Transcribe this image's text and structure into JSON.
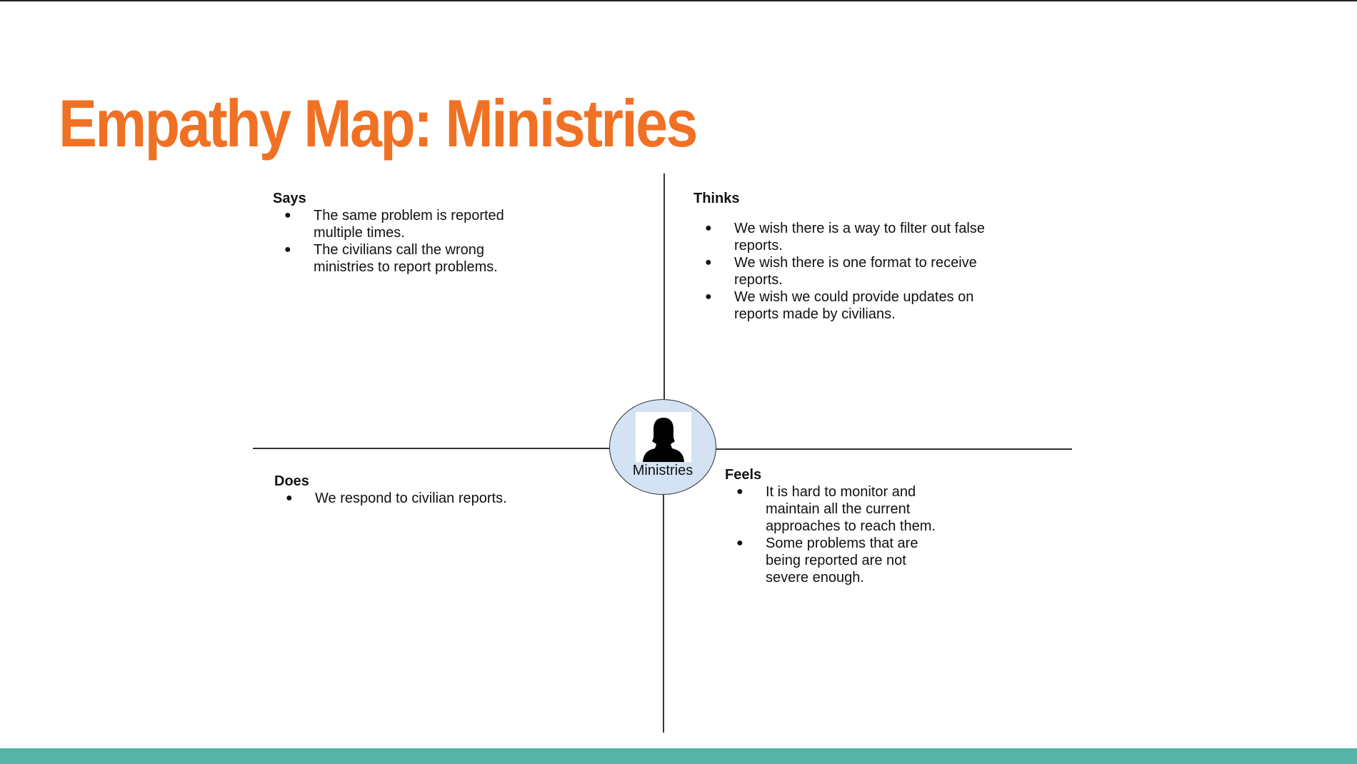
{
  "slide": {
    "title": "Empathy Map: Ministries",
    "title_color": "#f07124",
    "footer_color": "#55b3a8"
  },
  "empathy_map": {
    "center": {
      "label": "Ministries",
      "icon": "person-silhouette-icon",
      "fill_color": "#d3e3f3"
    },
    "says": {
      "heading": "Says",
      "items": [
        "The same problem is reported multiple times.",
        "The civilians call the wrong ministries to report problems."
      ]
    },
    "thinks": {
      "heading": "Thinks",
      "items": [
        "We wish there is a way to filter out false reports.",
        "We wish there is one format to receive reports.",
        "We wish we could provide updates on reports made by civilians."
      ]
    },
    "does": {
      "heading": "Does",
      "items": [
        "We respond to civilian reports."
      ]
    },
    "feels": {
      "heading": "Feels",
      "items": [
        "It is hard to monitor and maintain all the current approaches to reach them.",
        "Some problems that are being reported are not severe enough."
      ]
    }
  }
}
